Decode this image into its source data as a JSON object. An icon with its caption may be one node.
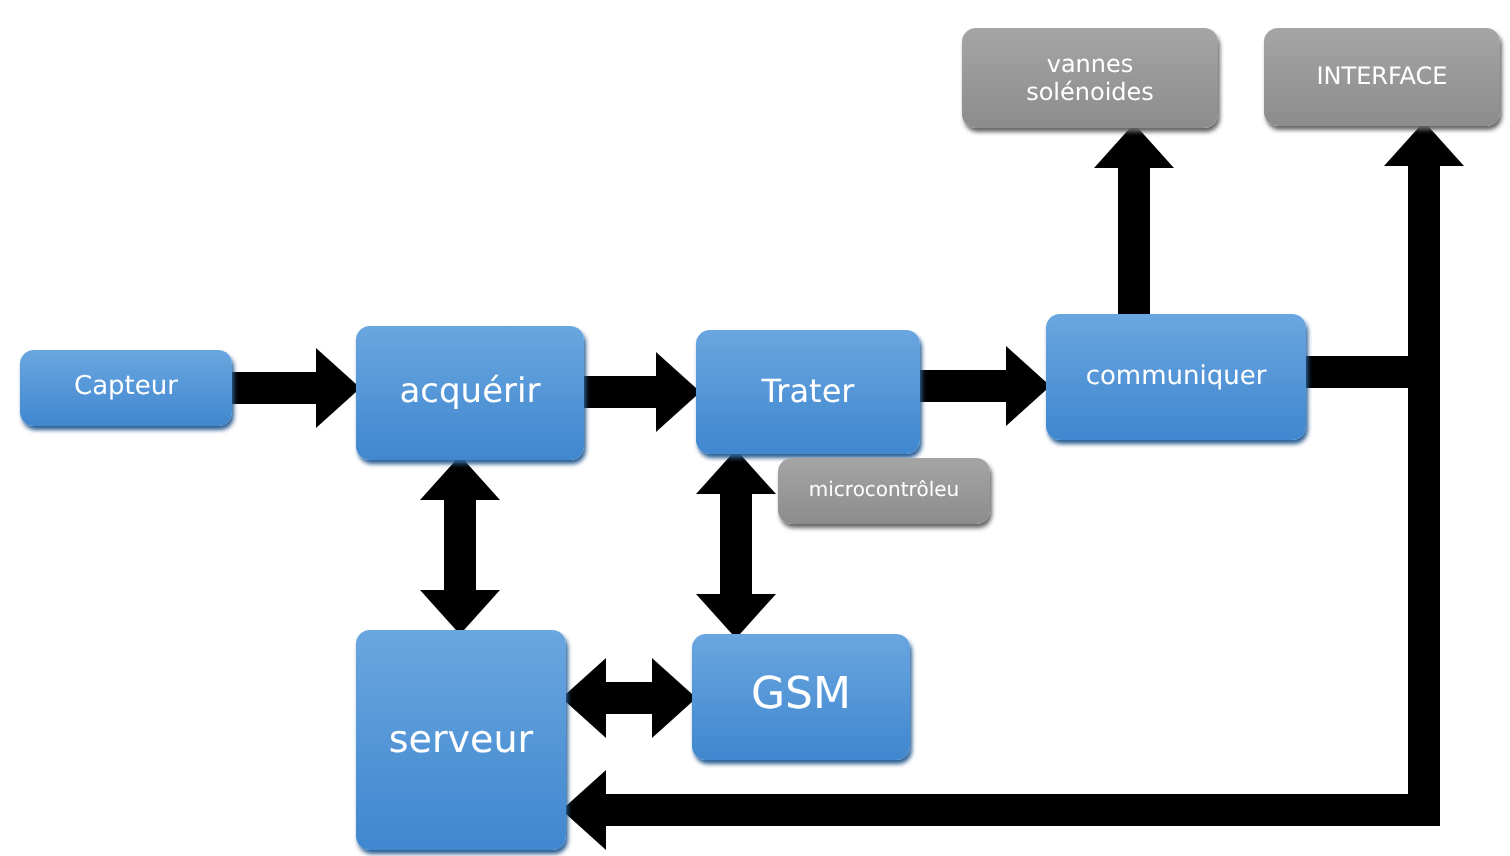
{
  "diagram": {
    "nodes": [
      {
        "text": [
          "Capteur"
        ]
      },
      {
        "text": [
          "acquérir"
        ]
      },
      {
        "text": [
          "Trater"
        ]
      },
      {
        "text": [
          "microcontrôleu"
        ]
      },
      {
        "text": [
          "communiquer"
        ]
      },
      {
        "text": [
          "vannes solénoides"
        ]
      },
      {
        "text": [
          "INTERFACE"
        ]
      },
      {
        "text": [
          "GSM"
        ]
      },
      {
        "text": [
          "serveur"
        ]
      }
    ],
    "edges": [
      {
        "from": 0,
        "to": 1,
        "arrow": "to"
      },
      {
        "from": 1,
        "to": 2,
        "arrow": "to"
      },
      {
        "from": 2,
        "to": 4,
        "arrow": "to"
      },
      {
        "from": 4,
        "to": 5,
        "arrow": "to"
      },
      {
        "from": 4,
        "to": 6,
        "arrow": "to"
      },
      {
        "from": 4,
        "to": 8,
        "arrow": "to"
      },
      {
        "from": 1,
        "to": 8,
        "arrow": "both"
      },
      {
        "from": 2,
        "to": 7,
        "arrow": "both"
      },
      {
        "from": 7,
        "to": 8,
        "arrow": "both"
      }
    ]
  }
}
